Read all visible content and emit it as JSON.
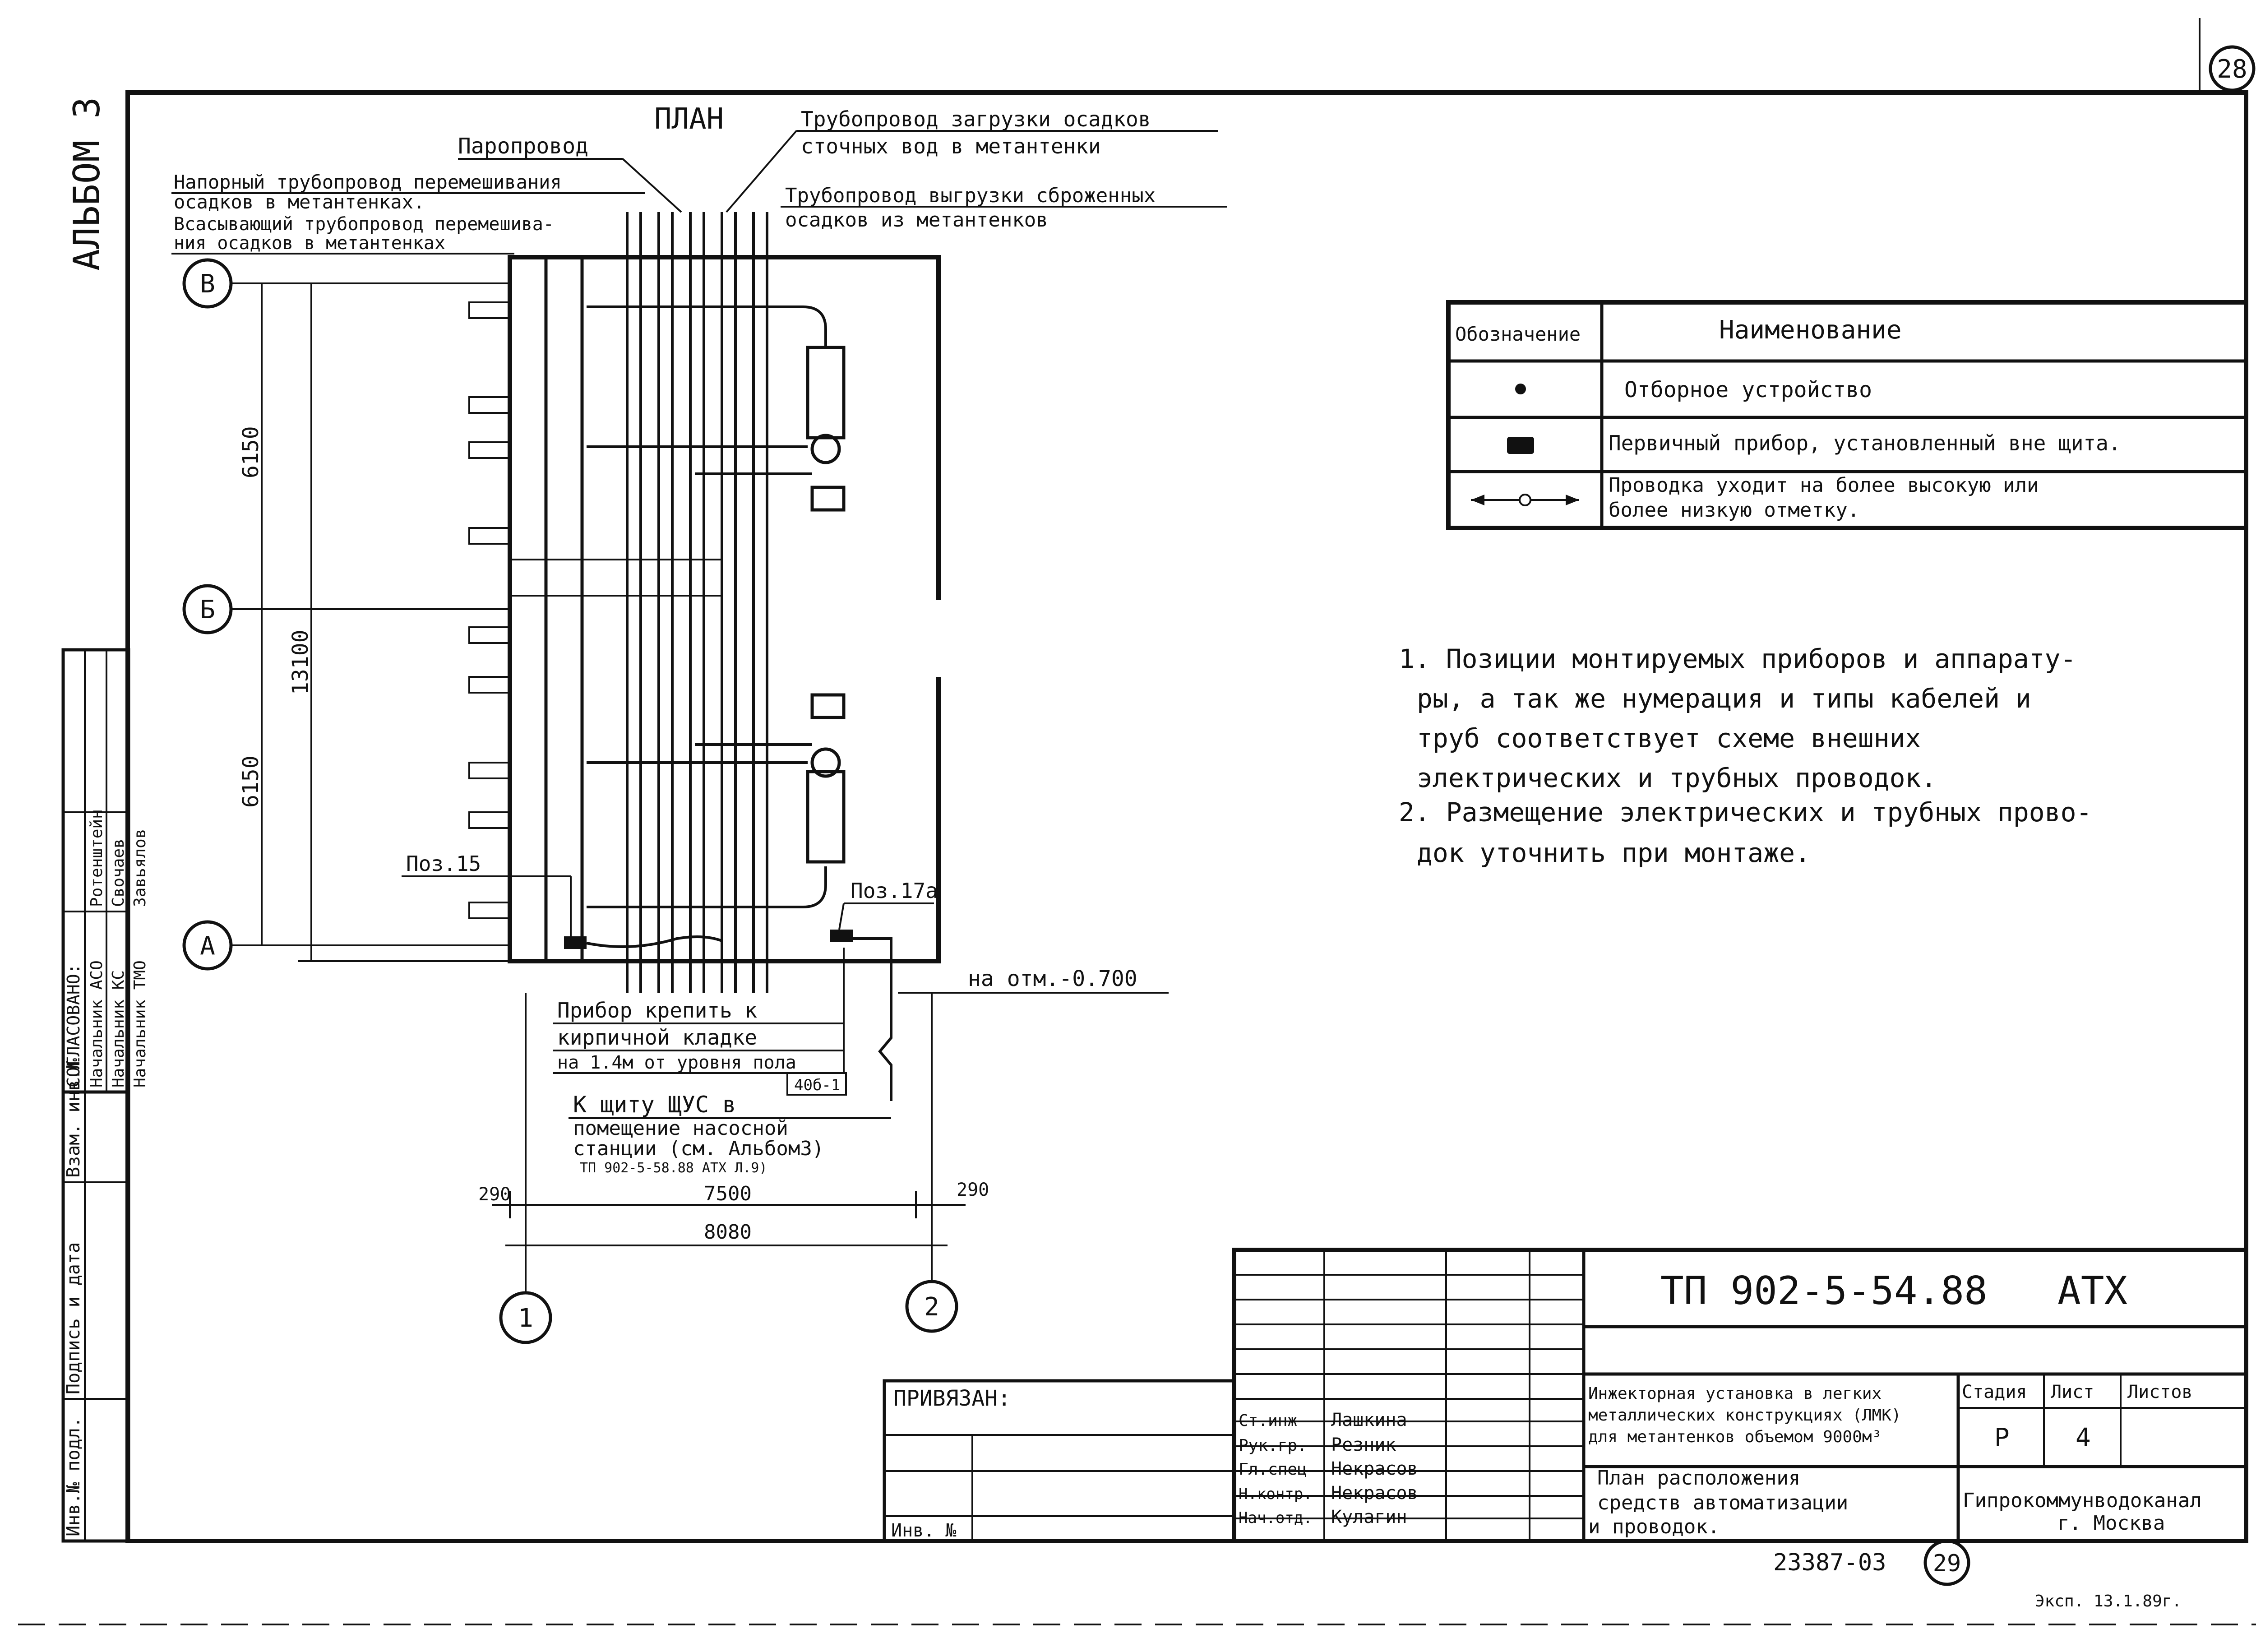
{
  "sheet": {
    "album_label": "АЛЬБОМ 3",
    "sheet_circle": "28",
    "plan_title": "ПЛАН"
  },
  "plan_labels": {
    "steam_pipe": "Паропровод",
    "load_pipe_1": "Трубопровод загрузки осадков",
    "load_pipe_2": "сточных вод в метантенки",
    "unload_pipe_1": "Трубопровод выгрузки сброженных",
    "unload_pipe_2": "осадков из метантенков",
    "pressure_pipe_1": "Напорный трубопровод перемешивания",
    "pressure_pipe_2": "осадков в метантенках.",
    "suction_pipe_1": "Всасывающий трубопровод перемешива-",
    "suction_pipe_2": "ния осадков в метантенках",
    "pos15": "Поз.15",
    "pos17a": "Поз.17а",
    "elevation": "на отм.-0.700",
    "mount_1": "Прибор крепить к",
    "mount_2": "кирпичной кладке",
    "mount_3": "на 1.4м от уровня пола",
    "code": "40б-1",
    "panel_1": "К щиту ЩУС  в",
    "panel_2": "помещение насосной",
    "panel_3": "станции (см. Альбом3)",
    "panel_4": "ТП 902-5-58.88  АТХ  Л.9)"
  },
  "axes": {
    "a": "А",
    "b": "Б",
    "v": "В",
    "ax1": "1",
    "ax2": "2"
  },
  "dimensions": {
    "d6150_top": "6150",
    "d6150_bottom": "6150",
    "d13100": "13100",
    "d290_left": "290",
    "d290_right": "290",
    "d7500": "7500",
    "d8080": "8080"
  },
  "legend": {
    "col_designation": "Обозначение",
    "col_name": "Наименование",
    "rows": [
      {
        "name": "Отборное  устройство"
      },
      {
        "name": "Первичный прибор, установленный вне щита."
      },
      {
        "name_1": "Проводка уходит на более высокую или",
        "name_2": "более   низкую   отметку."
      }
    ]
  },
  "notes": [
    "1. Позиции   монтируемых  приборов  и аппарату-",
    "ры, а так же нумерация  и типы  кабелей и",
    "труб  соответствует   схеме  внешних",
    "электрических  и  трубных   проводок.",
    "2. Размещение  электрических  и трубных прово-",
    "док  уточнить     при  монтаже."
  ],
  "approval": {
    "title": "СОГЛАСОВАНО:",
    "rows": [
      {
        "role": "Начальник АСО",
        "name": "Ротенштейн"
      },
      {
        "role": "Начальник КС",
        "name": "Свочаев"
      },
      {
        "role": "Начальник ТМО",
        "name": "Завьялов"
      }
    ]
  },
  "side_stamp": {
    "inv_podl": "Инв.№ подл.",
    "sign_date": "Подпись и дата",
    "vzam": "Взам. инв.№"
  },
  "title_block": {
    "doc_code": "ТП  902-5-54.88",
    "doc_type": "АТХ",
    "privyazan": "ПРИВЯЗАН:",
    "inv_no": "Инв. №",
    "staff": [
      {
        "role": "Ст.инж",
        "name": "Лашкина"
      },
      {
        "role": "Рук.гр.",
        "name": "Резник"
      },
      {
        "role": "Гл.спец",
        "name": "Некрасов"
      },
      {
        "role": "Н.контр.",
        "name": "Некрасов"
      },
      {
        "role": "Нач.отд.",
        "name": "Кулагин"
      }
    ],
    "object_1": "Инжекторная установка в легких",
    "object_2": "металлических конструкциях (ЛМК)",
    "object_3": "для метантенков объемом 9000м³",
    "stage_label": "Стадия",
    "sheet_label": "Лист",
    "sheets_label": "Листов",
    "stage": "Р",
    "sheet": "4",
    "sheets": "",
    "drawing_1": "План расположения",
    "drawing_2": "средств  автоматизации",
    "drawing_3": "и проводок.",
    "org_1": "Гипрокоммунводоканал",
    "org_2": "г. Москва"
  },
  "footer": {
    "archive_no": "23387-03",
    "page_circle": "29",
    "stamp_note": "Эксп.  13.1.89г."
  }
}
